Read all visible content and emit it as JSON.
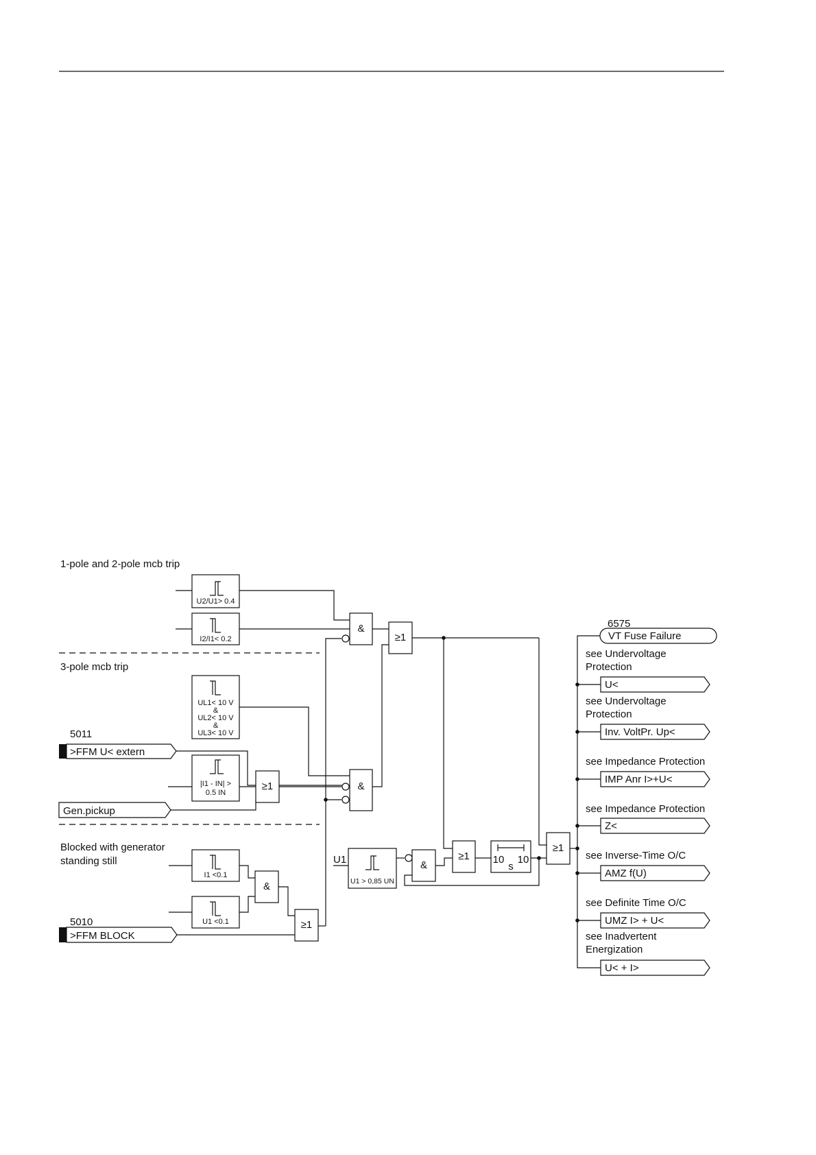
{
  "sections": {
    "mcb12": "1-pole and 2-pole mcb trip",
    "mcb3": "3-pole mcb trip",
    "blocked_l1": "Blocked with generator",
    "blocked_l2": "standing still"
  },
  "blocks": {
    "u2u1": "U2/U1> 0.4",
    "i2i1": "I2/I1< 0.2",
    "ul1": "UL1< 10 V",
    "amp1": "&",
    "ul2": "UL2< 10 V",
    "amp2": "&",
    "ul3": "UL3< 10 V",
    "diff_l1": "|I1 - IN| >",
    "diff_l2": "0.5 IN",
    "i1": "I1 <0.1",
    "u1": "U1 <0.1",
    "u1_085": "U1 > 0,85 UN",
    "timer_a": "10",
    "timer_b": "10",
    "timer_unit": "s"
  },
  "gates": {
    "and": "&",
    "or": "≥1"
  },
  "inputs": {
    "ffm_u_num": "5011",
    "ffm_u": ">FFM U< extern",
    "gen_pickup": "Gen.pickup",
    "ffm_block_num": "5010",
    "ffm_block": ">FFM BLOCK",
    "u1": "U1"
  },
  "outputs": {
    "vt_num": "6575",
    "vt": "VT Fuse Failure",
    "uv1_l1": "see Undervoltage",
    "uv1_l2": "Protection",
    "uv1": "U<",
    "uv2_l1": "see Undervoltage",
    "uv2_l2": "Protection",
    "uv2": "Inv. VoltPr. Up<",
    "imp1_l1": "see Impedance Protection",
    "imp1": "IMP Anr I>+U<",
    "imp2_l1": "see Impedance Protection",
    "imp2": "Z<",
    "inv_l1": "see Inverse-Time O/C",
    "inv": "AMZ f(U)",
    "def_l1": "see Definite Time O/C",
    "def": "UMZ I> + U<",
    "inadv_l1": "see Inadvertent",
    "inadv_l2": "Energization",
    "inadv": "U< + I>"
  }
}
